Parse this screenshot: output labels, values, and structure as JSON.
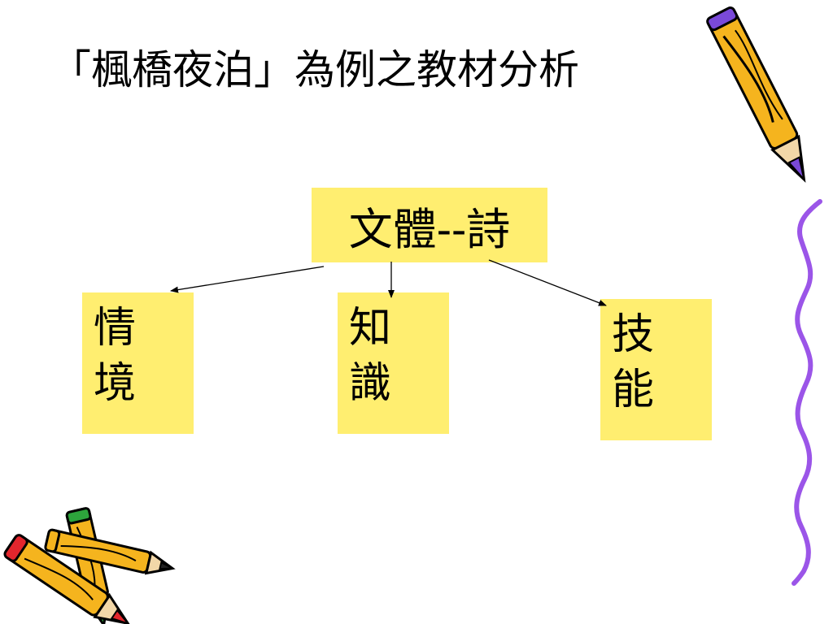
{
  "slide": {
    "title": "「楓橋夜泊」為例之教材分析"
  },
  "diagram": {
    "root": {
      "label": "文體--詩"
    },
    "children": [
      {
        "id": "left",
        "chars": [
          "情",
          "境"
        ]
      },
      {
        "id": "middle",
        "chars": [
          "知",
          "識"
        ]
      },
      {
        "id": "right",
        "chars": [
          "技",
          "能"
        ]
      }
    ]
  },
  "colors": {
    "box_fill": "#ffee70",
    "pencil_yellow": "#f5b41e",
    "pencil_purple": "#8a5ae6",
    "pencil_red": "#e3262d",
    "pencil_green": "#2da43c",
    "squiggle": "#9b55e8"
  },
  "decorations": {
    "icons": [
      "pencil-icon",
      "crossed-pencils-icon",
      "squiggle-line"
    ]
  }
}
